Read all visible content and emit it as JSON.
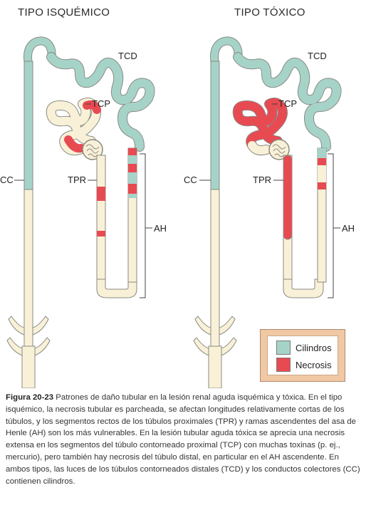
{
  "titles": {
    "left": "TIPO ISQUÉMICO",
    "right": "TIPO TÓXICO"
  },
  "labels": {
    "tcd_left": "TCD",
    "tcp_left": "TCP",
    "cc_left": "CC",
    "tpr_left": "TPR",
    "ah_left": "AH",
    "tcd_right": "TCD",
    "tcp_right": "TCP",
    "cc_right": "CC",
    "tpr_right": "TPR",
    "ah_right": "AH"
  },
  "legend": {
    "items": [
      {
        "label": "Cilindros",
        "color": "#a6d3c8"
      },
      {
        "label": "Necrosis",
        "color": "#e84a52"
      }
    ]
  },
  "caption": {
    "figure": "Figura 20-23",
    "text": " Patrones de daño tubular en la lesión renal aguda isquémica y tóxica. En el tipo isquémico, la necrosis tubular es parcheada, se afectan longitudes relativamente cortas de los túbulos, y los segmentos rectos de los túbulos proximales (TPR) y ramas ascendentes del asa de Henle (AH) son los más vulnerables. En la lesión tubular aguda tóxica se aprecia una necrosis extensa en los segmentos del túbulo contorneado proximal (TCP) con muchas toxinas (p. ej., mercurio), pero también hay necrosis del túbulo distal, en particular en el AH ascendente. En ambos tipos, las luces de los túbulos contorneados distales (TCD) y los conductos colectores (CC) contienen cilindros."
  },
  "colors": {
    "cast": "#a6d3c8",
    "necrosis": "#e84a52",
    "tubule": "#f8f1d8",
    "outline": "#8a8a82"
  }
}
